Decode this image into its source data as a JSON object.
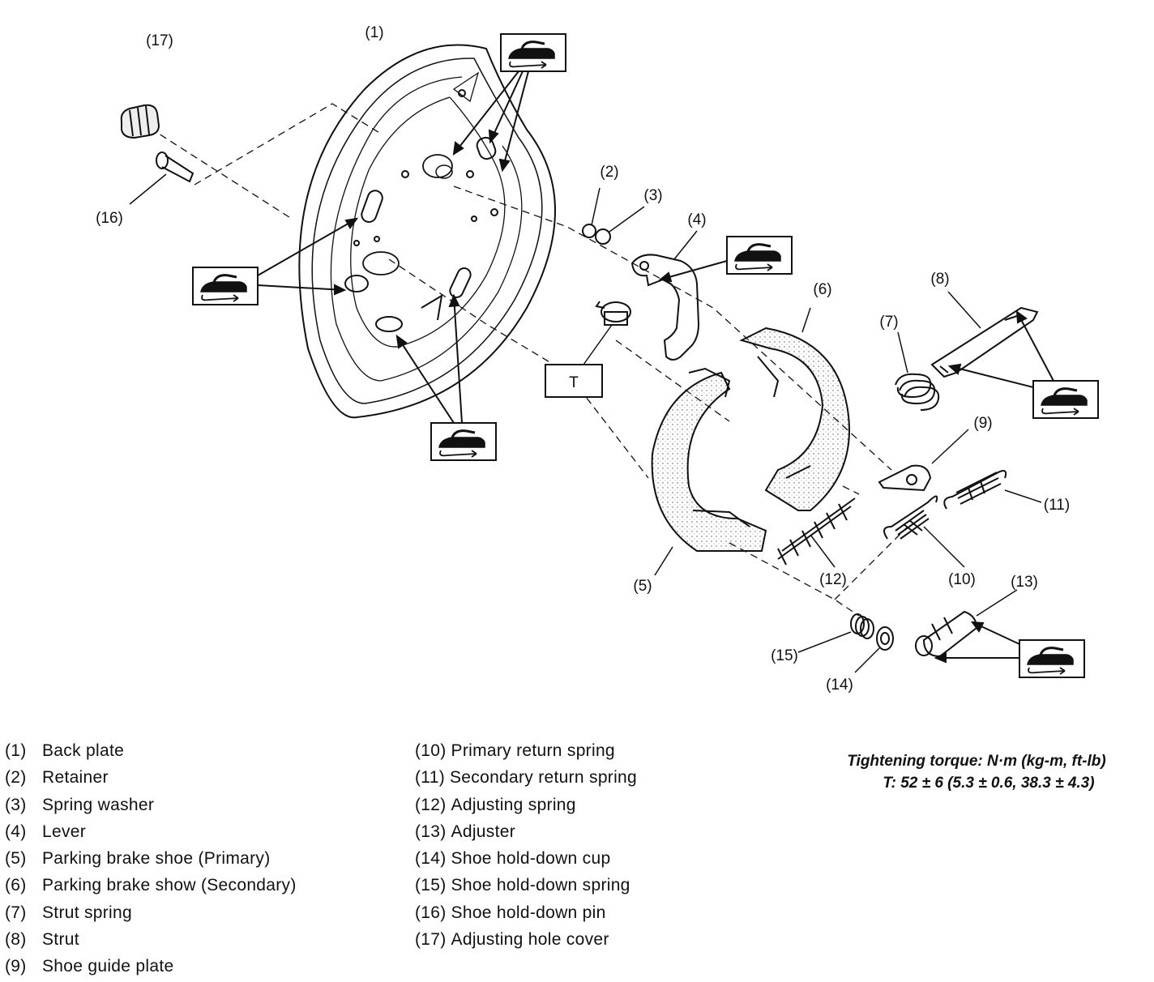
{
  "callouts": {
    "c1": "(1)",
    "c2": "(2)",
    "c3": "(3)",
    "c4": "(4)",
    "c5": "(5)",
    "c6": "(6)",
    "c7": "(7)",
    "c8": "(8)",
    "c9": "(9)",
    "c10": "(10)",
    "c11": "(11)",
    "c12": "(12)",
    "c13": "(13)",
    "c14": "(14)",
    "c15": "(15)",
    "c16": "(16)",
    "c17": "(17)"
  },
  "torque_box_label": "T",
  "grease_icon": "grease-application-icon",
  "legend_left": [
    {
      "num": "(1)",
      "label": "Back plate"
    },
    {
      "num": "(2)",
      "label": "Retainer"
    },
    {
      "num": "(3)",
      "label": "Spring washer"
    },
    {
      "num": "(4)",
      "label": "Lever"
    },
    {
      "num": "(5)",
      "label": "Parking brake shoe (Primary)"
    },
    {
      "num": "(6)",
      "label": "Parking brake show (Secondary)"
    },
    {
      "num": "(7)",
      "label": "Strut spring"
    },
    {
      "num": "(8)",
      "label": "Strut"
    },
    {
      "num": "(9)",
      "label": "Shoe guide plate"
    }
  ],
  "legend_mid": [
    {
      "num": "(10)",
      "label": "Primary return spring"
    },
    {
      "num": "(11)",
      "label": "Secondary return spring"
    },
    {
      "num": "(12)",
      "label": "Adjusting spring"
    },
    {
      "num": "(13)",
      "label": "Adjuster"
    },
    {
      "num": "(14)",
      "label": "Shoe hold-down cup"
    },
    {
      "num": "(15)",
      "label": "Shoe hold-down spring"
    },
    {
      "num": "(16)",
      "label": "Shoe hold-down pin"
    },
    {
      "num": "(17)",
      "label": "Adjusting hole cover"
    }
  ],
  "torque": {
    "line1": "Tightening torque: N·m (kg-m, ft-lb)",
    "line2": "T: 52 ± 6 (5.3 ± 0.6, 38.3 ± 4.3)"
  }
}
